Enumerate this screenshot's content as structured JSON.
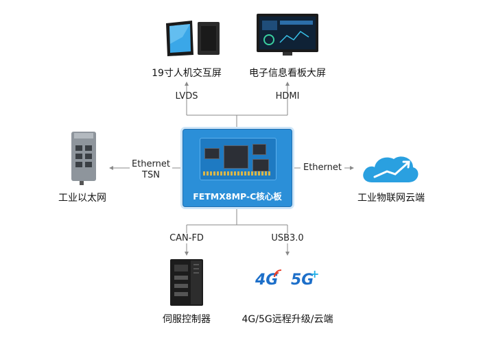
{
  "core_board": {
    "name": "FETMX8MP-C核心板",
    "color": "#2b8fd8"
  },
  "devices": {
    "touch_screen": {
      "label": "19寸人机交互屏",
      "icon": "touch-monitor-icon"
    },
    "signage": {
      "label": "电子信息看板大屏",
      "icon": "signage-display-icon"
    },
    "switch": {
      "label": "工业以太网",
      "icon": "industrial-switch-icon"
    },
    "cloud": {
      "label": "工业物联网云端",
      "icon": "cloud-icon",
      "color": "#2aa0e0"
    },
    "servo": {
      "label": "伺服控制器",
      "icon": "servo-drive-icon"
    },
    "cellular": {
      "label": "4G/5G远程升级/云端",
      "icon": "cellular-4g-5g-icon",
      "badge_4g": "4G",
      "badge_5g": "5G",
      "badge_5g_plus": "+"
    }
  },
  "interfaces": {
    "lvds": "LVDS",
    "hdmi": "HDMI",
    "ethernet_tsn_line1": "Ethernet",
    "ethernet_tsn_line2": "TSN",
    "ethernet_cloud": "Ethernet",
    "can_fd": "CAN-FD",
    "usb": "USB3.0"
  },
  "line_color": "#8a8a8a"
}
